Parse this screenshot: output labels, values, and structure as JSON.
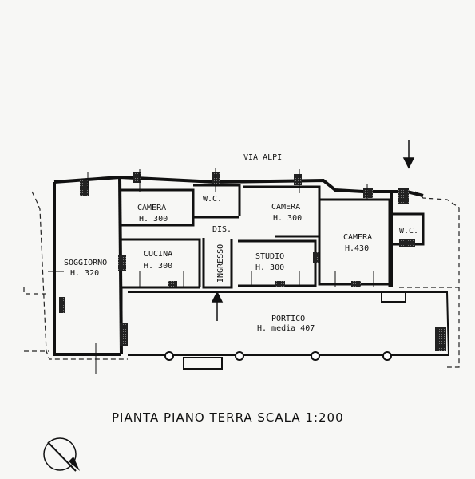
{
  "street": "VIA ALPI",
  "rooms": {
    "soggiorno": {
      "name": "SOGGIORNO",
      "height": "H. 320"
    },
    "camera1": {
      "name": "CAMERA",
      "height": "H. 300"
    },
    "wc1": {
      "name": "W.C."
    },
    "camera2": {
      "name": "CAMERA",
      "height": "H. 300"
    },
    "dis": {
      "name": "DIS."
    },
    "cucina": {
      "name": "CUCINA",
      "height": "H. 300"
    },
    "ingresso": {
      "name": "INGRESSO"
    },
    "studio": {
      "name": "STUDIO",
      "height": "H. 300"
    },
    "camera3": {
      "name": "CAMERA",
      "height": "H.430"
    },
    "wc2": {
      "name": "W.C."
    },
    "portico": {
      "name": "PORTICO",
      "height": "H. media 407"
    }
  },
  "title": "PIANTA PIANO TERRA SCALA 1:200",
  "north_symbol": "north-arrow"
}
